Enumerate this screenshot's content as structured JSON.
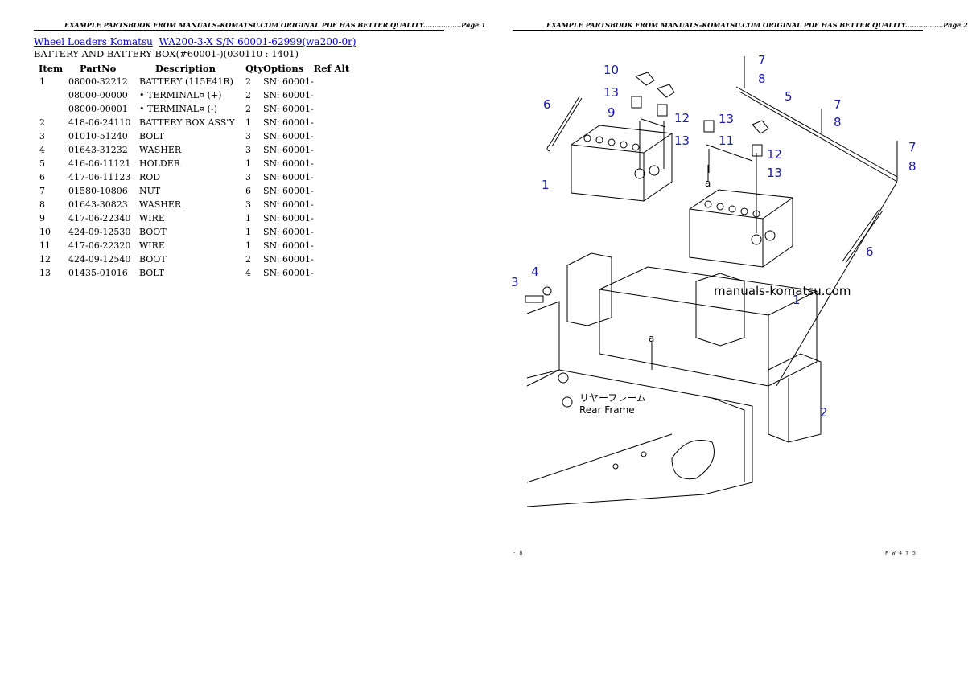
{
  "page1": {
    "header": "EXAMPLE PARTSBOOK FROM MANUALS-KOMATSU.COM ORIGINAL PDF HAS BETTER QUALITY.................Page 1",
    "breadcrumb": {
      "category": "Wheel Loaders Komatsu",
      "model": "WA200-3-X S/N  60001-62999(wa200-0r)"
    },
    "subtitle": "BATTERY AND BATTERY BOX(#60001-)(030110 :  1401)",
    "columns": [
      "Item",
      "PartNo",
      "Description",
      "Qty",
      "Options",
      "Ref Alt"
    ],
    "rows": [
      {
        "item": "1",
        "part": "08000-32212",
        "desc": "BATTERY (115E41R)",
        "qty": "2",
        "opt": "SN: 60001-"
      },
      {
        "item": "",
        "part": "08000-00000",
        "desc": "• TERMINAL¤ (+)",
        "qty": "2",
        "opt": "SN: 60001-"
      },
      {
        "item": "",
        "part": "08000-00001",
        "desc": "• TERMINAL¤ (-)",
        "qty": "2",
        "opt": "SN: 60001-"
      },
      {
        "item": "2",
        "part": "418-06-24110",
        "desc": "BATTERY BOX ASS'Y",
        "qty": "1",
        "opt": "SN: 60001-"
      },
      {
        "item": "3",
        "part": "01010-51240",
        "desc": "BOLT",
        "qty": "3",
        "opt": "SN: 60001-"
      },
      {
        "item": "4",
        "part": "01643-31232",
        "desc": "WASHER",
        "qty": "3",
        "opt": "SN: 60001-"
      },
      {
        "item": "5",
        "part": "416-06-11121",
        "desc": "HOLDER",
        "qty": "1",
        "opt": "SN: 60001-"
      },
      {
        "item": "6",
        "part": "417-06-11123",
        "desc": "ROD",
        "qty": "3",
        "opt": "SN: 60001-"
      },
      {
        "item": "7",
        "part": "01580-10806",
        "desc": "NUT",
        "qty": "6",
        "opt": "SN: 60001-"
      },
      {
        "item": "8",
        "part": "01643-30823",
        "desc": "WASHER",
        "qty": "3",
        "opt": "SN: 60001-"
      },
      {
        "item": "9",
        "part": "417-06-22340",
        "desc": "WIRE",
        "qty": "1",
        "opt": "SN: 60001-"
      },
      {
        "item": "10",
        "part": "424-09-12530",
        "desc": "BOOT",
        "qty": "1",
        "opt": "SN: 60001-"
      },
      {
        "item": "11",
        "part": "417-06-22320",
        "desc": "WIRE",
        "qty": "1",
        "opt": "SN: 60001-"
      },
      {
        "item": "12",
        "part": "424-09-12540",
        "desc": "BOOT",
        "qty": "2",
        "opt": "SN: 60001-"
      },
      {
        "item": "13",
        "part": "01435-01016",
        "desc": "BOLT",
        "qty": "4",
        "opt": "SN: 60001-"
      }
    ]
  },
  "page2": {
    "header": "EXAMPLE PARTSBOOK FROM MANUALS-KOMATSU.COM ORIGINAL PDF HAS BETTER QUALITY.................Page 2",
    "watermark": "manuals-komatsu.com",
    "frame_label_jp": "リヤーフレーム",
    "frame_label_en": "Rear Frame",
    "footer_left": "- 8",
    "footer_right": "P W 4 7 5",
    "callouts": {
      "c1a": "1",
      "c1b": "1",
      "c2": "2",
      "c3": "3",
      "c4": "4",
      "c5": "5",
      "c6a": "6",
      "c6b": "6",
      "c7a": "7",
      "c7b": "7",
      "c7c": "7",
      "c8a": "8",
      "c8b": "8",
      "c8c": "8",
      "c9": "9",
      "c10": "10",
      "c11": "11",
      "c12a": "12",
      "c12b": "12",
      "c13a": "13",
      "c13b": "13",
      "c13c": "13",
      "c13d": "13",
      "ref_a1": "a",
      "ref_a2": "a"
    }
  }
}
